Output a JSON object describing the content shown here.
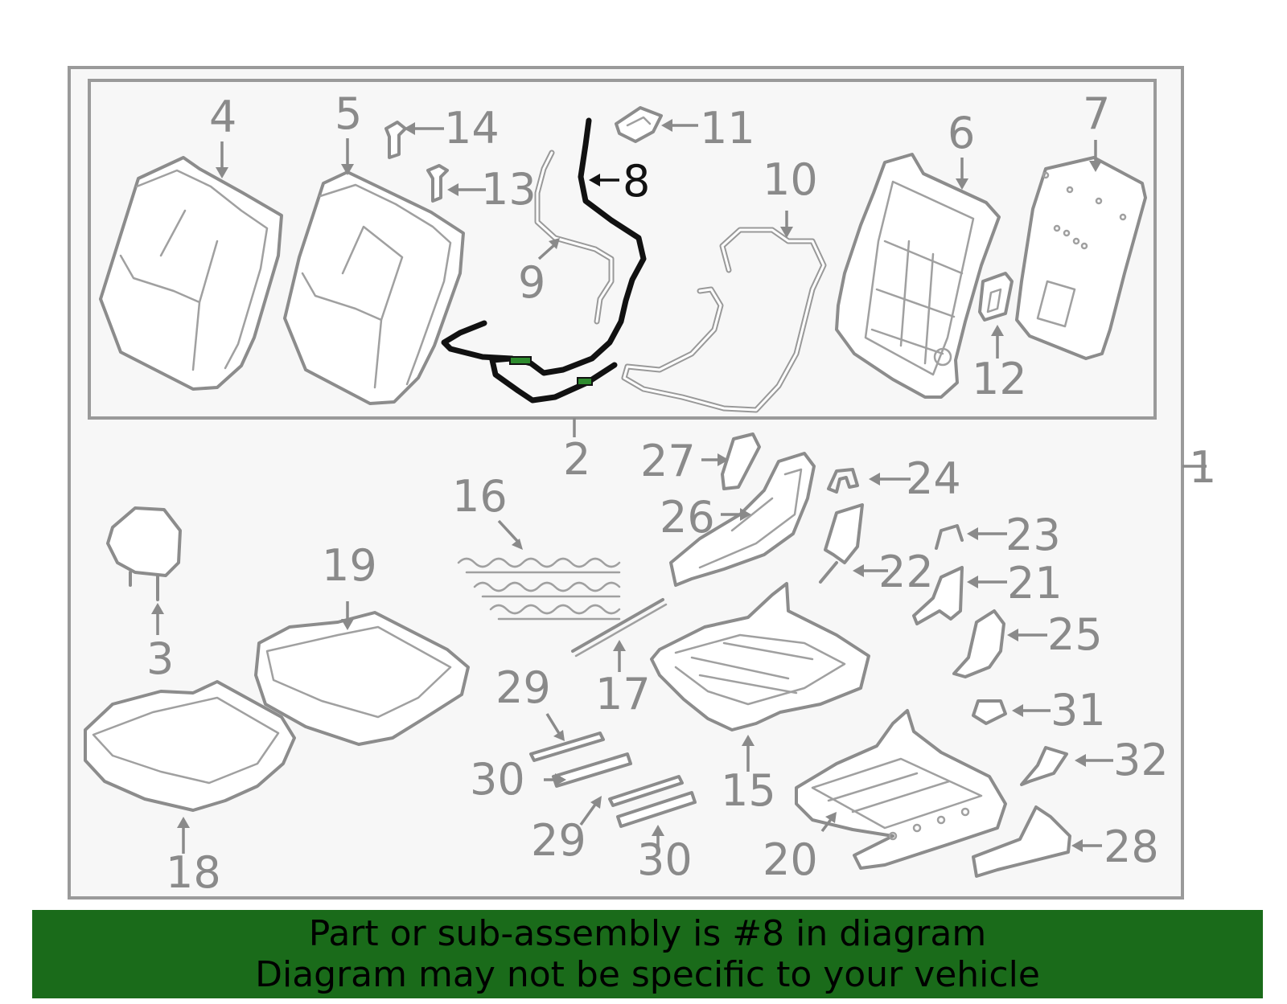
{
  "diagram": {
    "highlighted_part": "8",
    "labels": {
      "p1": "1",
      "p2": "2",
      "p3": "3",
      "p4": "4",
      "p5": "5",
      "p6": "6",
      "p7": "7",
      "p8": "8",
      "p9": "9",
      "p10": "10",
      "p11": "11",
      "p12": "12",
      "p13": "13",
      "p14": "14",
      "p15": "15",
      "p16": "16",
      "p17": "17",
      "p18": "18",
      "p19": "19",
      "p20": "20",
      "p21": "21",
      "p22": "22",
      "p23": "23",
      "p24": "24",
      "p25": "25",
      "p26": "26",
      "p27": "27",
      "p28": "28",
      "p29a": "29",
      "p29b": "29",
      "p30a": "30",
      "p30b": "30",
      "p31": "31",
      "p32": "32"
    },
    "colors": {
      "highlight": "#111111",
      "parts": "#8c8c8c",
      "banner": "#1a6b1a"
    }
  },
  "banner": {
    "line1": "Part or sub-assembly is #8 in diagram",
    "line2": "Diagram may not be specific to your vehicle"
  }
}
